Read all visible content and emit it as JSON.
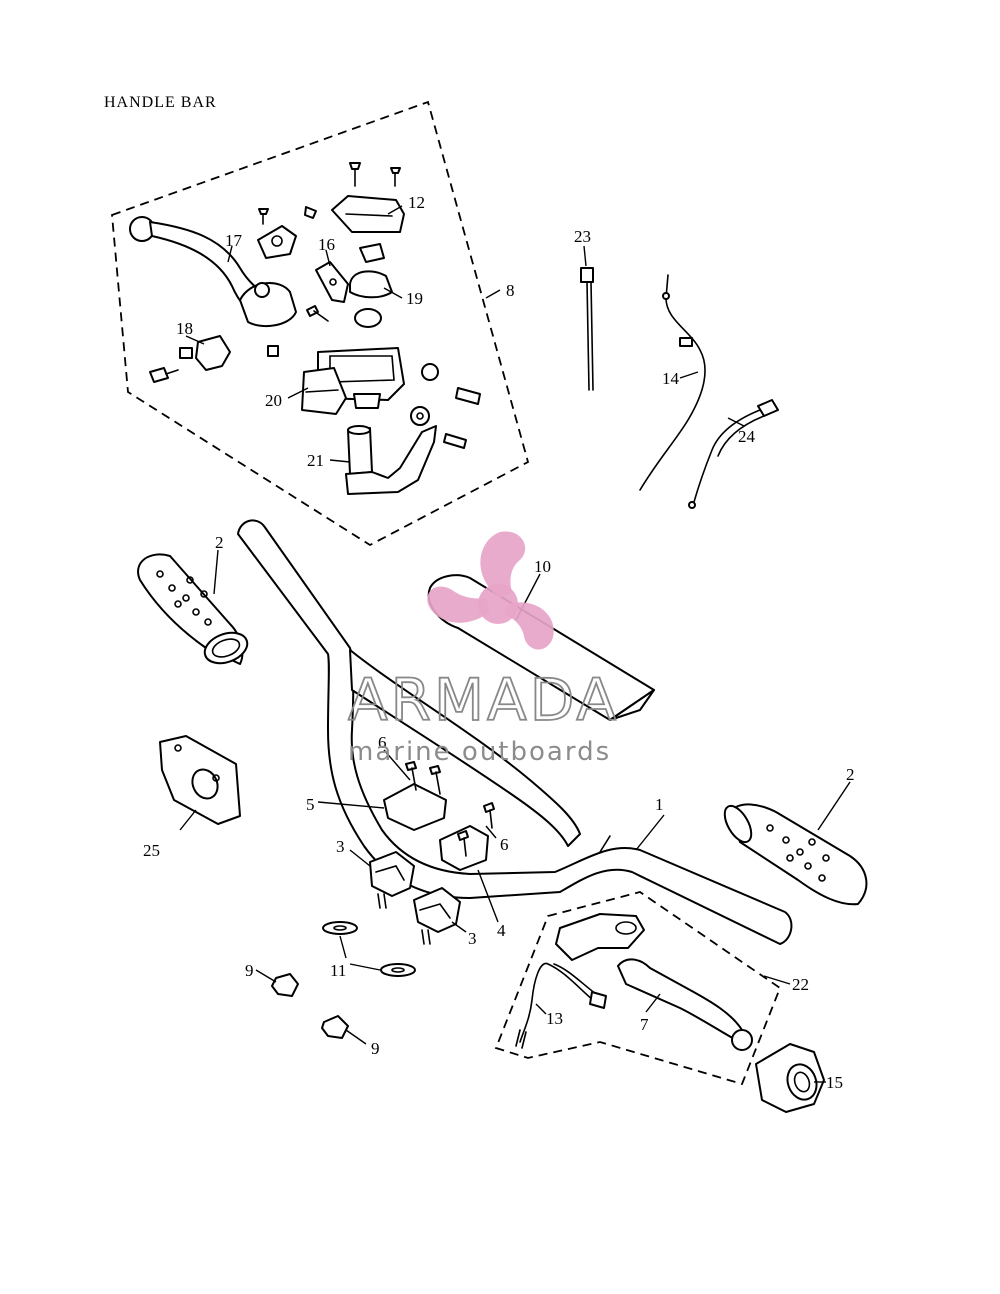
{
  "title": "HANDLE BAR",
  "watermark": {
    "brand": "ARMADA",
    "tagline": "marine outboards",
    "accent_color": "#e7a4c7",
    "text_color": "#888888"
  },
  "callouts": [
    "1",
    "2",
    "2",
    "3",
    "3",
    "4",
    "5",
    "6",
    "6",
    "7",
    "8",
    "9",
    "9",
    "10",
    "11",
    "12",
    "13",
    "14",
    "15",
    "16",
    "17",
    "18",
    "19",
    "20",
    "21",
    "22",
    "23",
    "24",
    "25"
  ]
}
